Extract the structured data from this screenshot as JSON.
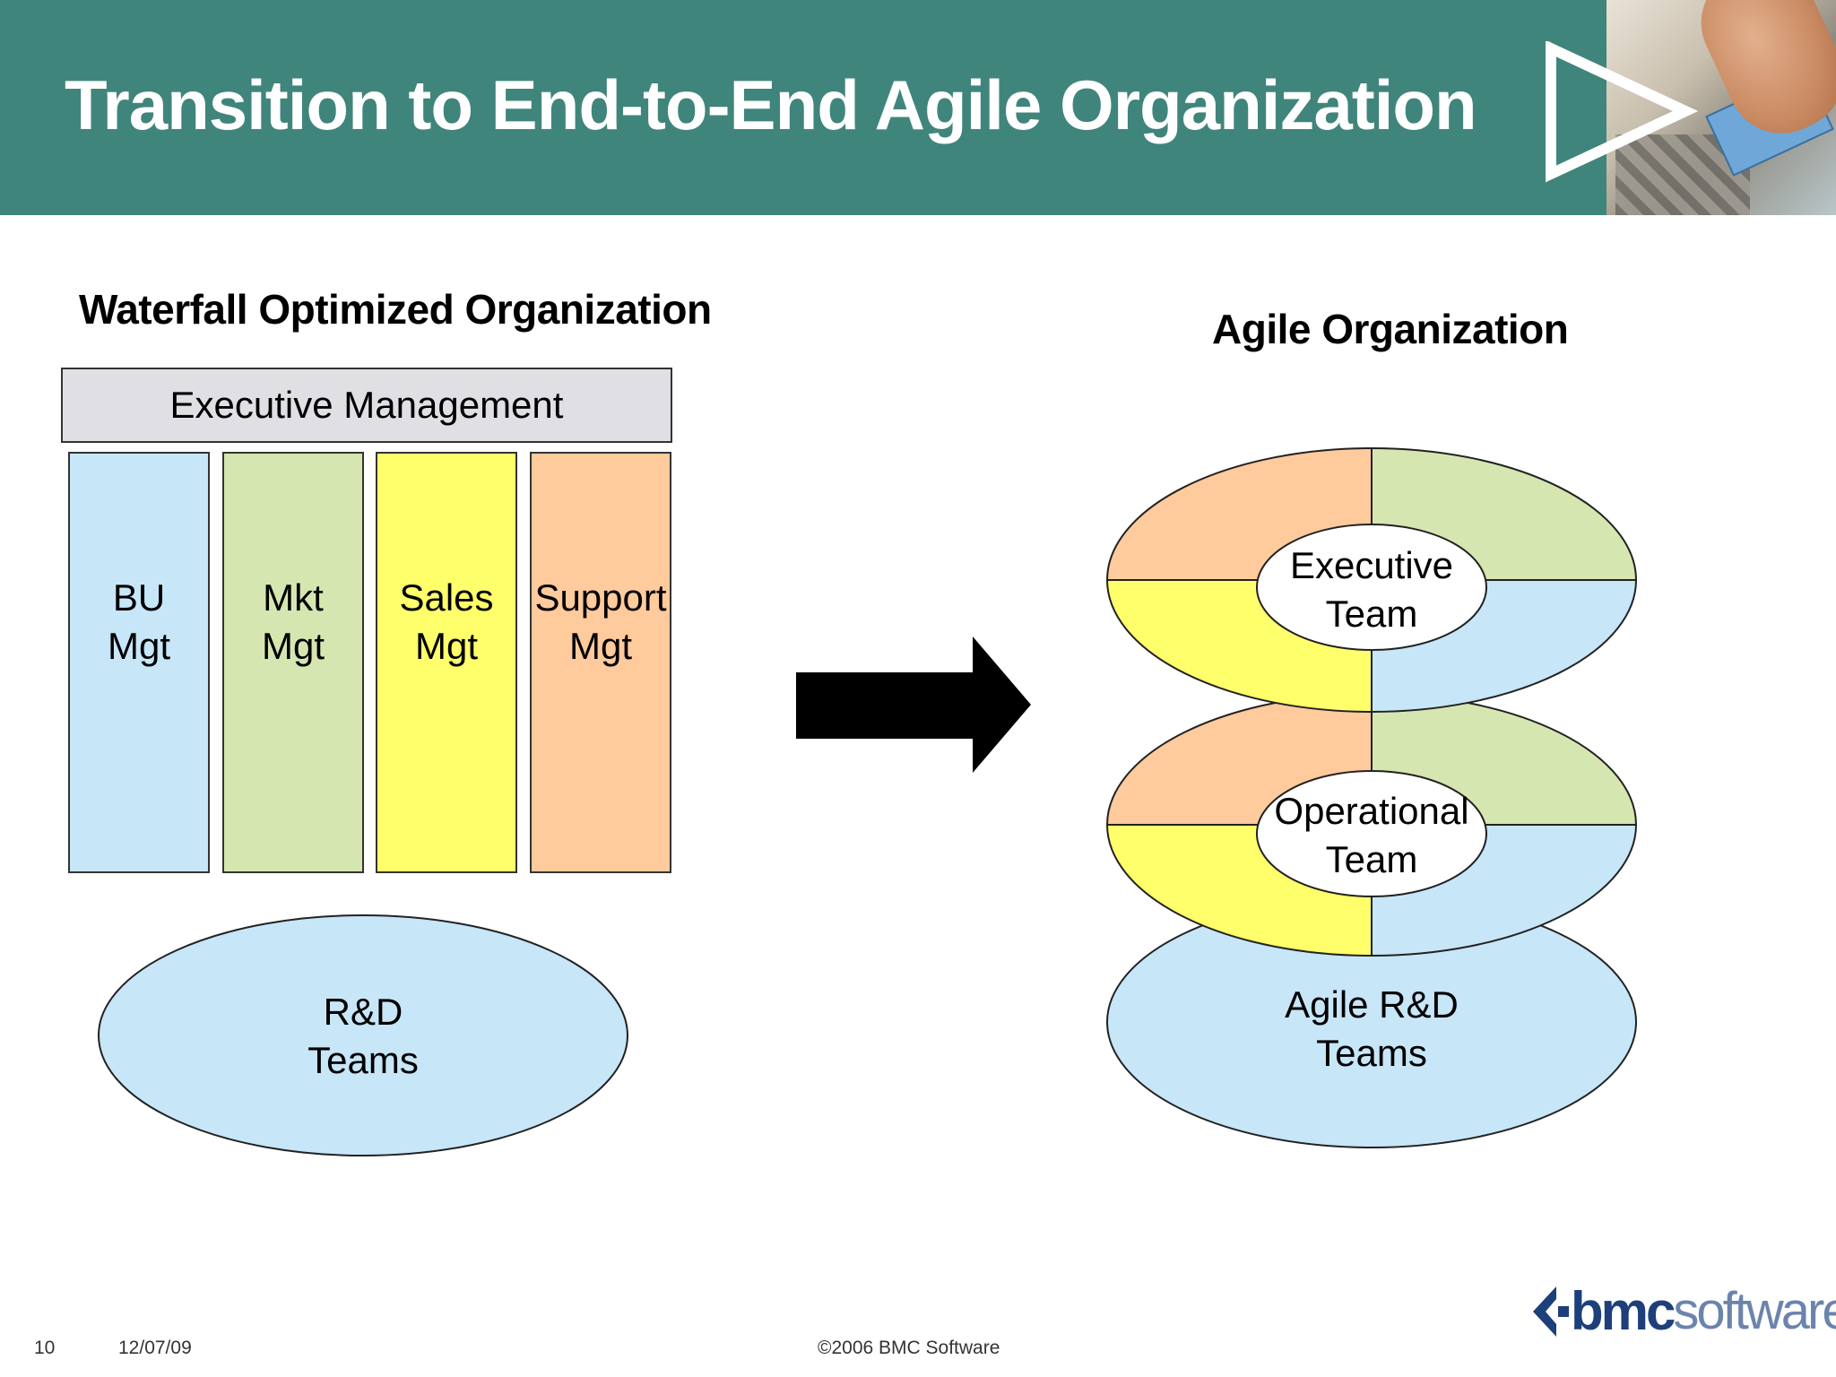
{
  "slide": {
    "title": "Transition to End-to-End Agile Organization"
  },
  "left": {
    "title": "Waterfall Optimized Organization",
    "executive_management": "Executive Management",
    "columns": [
      {
        "label": "BU\nMgt",
        "color": "#c7e6f7"
      },
      {
        "label": "Mkt\nMgt",
        "color": "#d6e6b0"
      },
      {
        "label": "Sales\nMgt",
        "color": "#ffff6b"
      },
      {
        "label": "Support\nMgt",
        "color": "#ffca9c"
      }
    ],
    "rd_teams": "R&D\nTeams"
  },
  "right": {
    "title": "Agile Organization",
    "executive_team": "Executive\nTeam",
    "operational_team": "Operational\nTeam",
    "agile_rd_teams": "Agile R&D\nTeams"
  },
  "colors": {
    "header": "#40857b",
    "blue": "#c7e6f7",
    "green": "#d6e6b0",
    "yellow": "#ffff6b",
    "orange": "#ffca9c"
  },
  "footer": {
    "page_number": "10",
    "date": "12/07/09",
    "copyright": "©2006 BMC Software",
    "logo_bold": "bmc",
    "logo_light": "software"
  }
}
